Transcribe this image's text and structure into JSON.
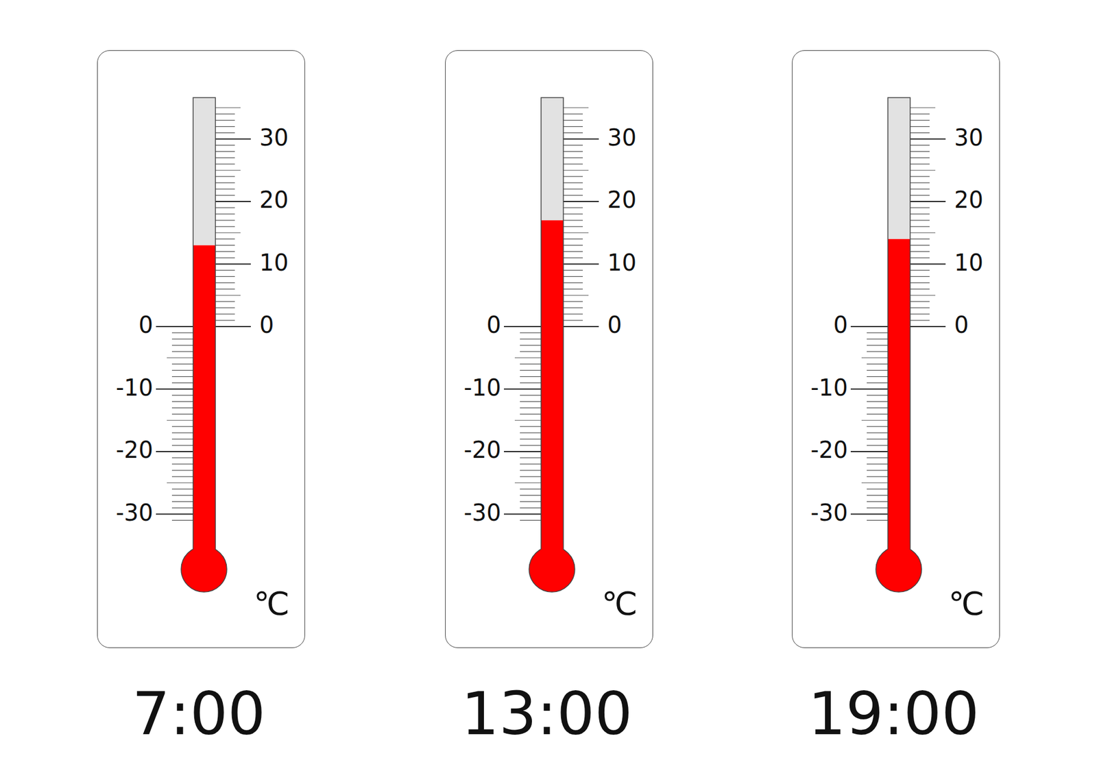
{
  "diagram": {
    "nodes": [
      {
        "text": [
          "30",
          "20",
          "10",
          "0",
          "0",
          "-10",
          "-20",
          "-30",
          "℃",
          "7:00"
        ]
      },
      {
        "text": [
          "30",
          "20",
          "10",
          "0",
          "0",
          "-10",
          "-20",
          "-30",
          "℃",
          "13:00"
        ]
      },
      {
        "text": [
          "30",
          "20",
          "10",
          "0",
          "0",
          "-10",
          "-20",
          "-30",
          "℃",
          "19:00"
        ]
      }
    ]
  }
}
